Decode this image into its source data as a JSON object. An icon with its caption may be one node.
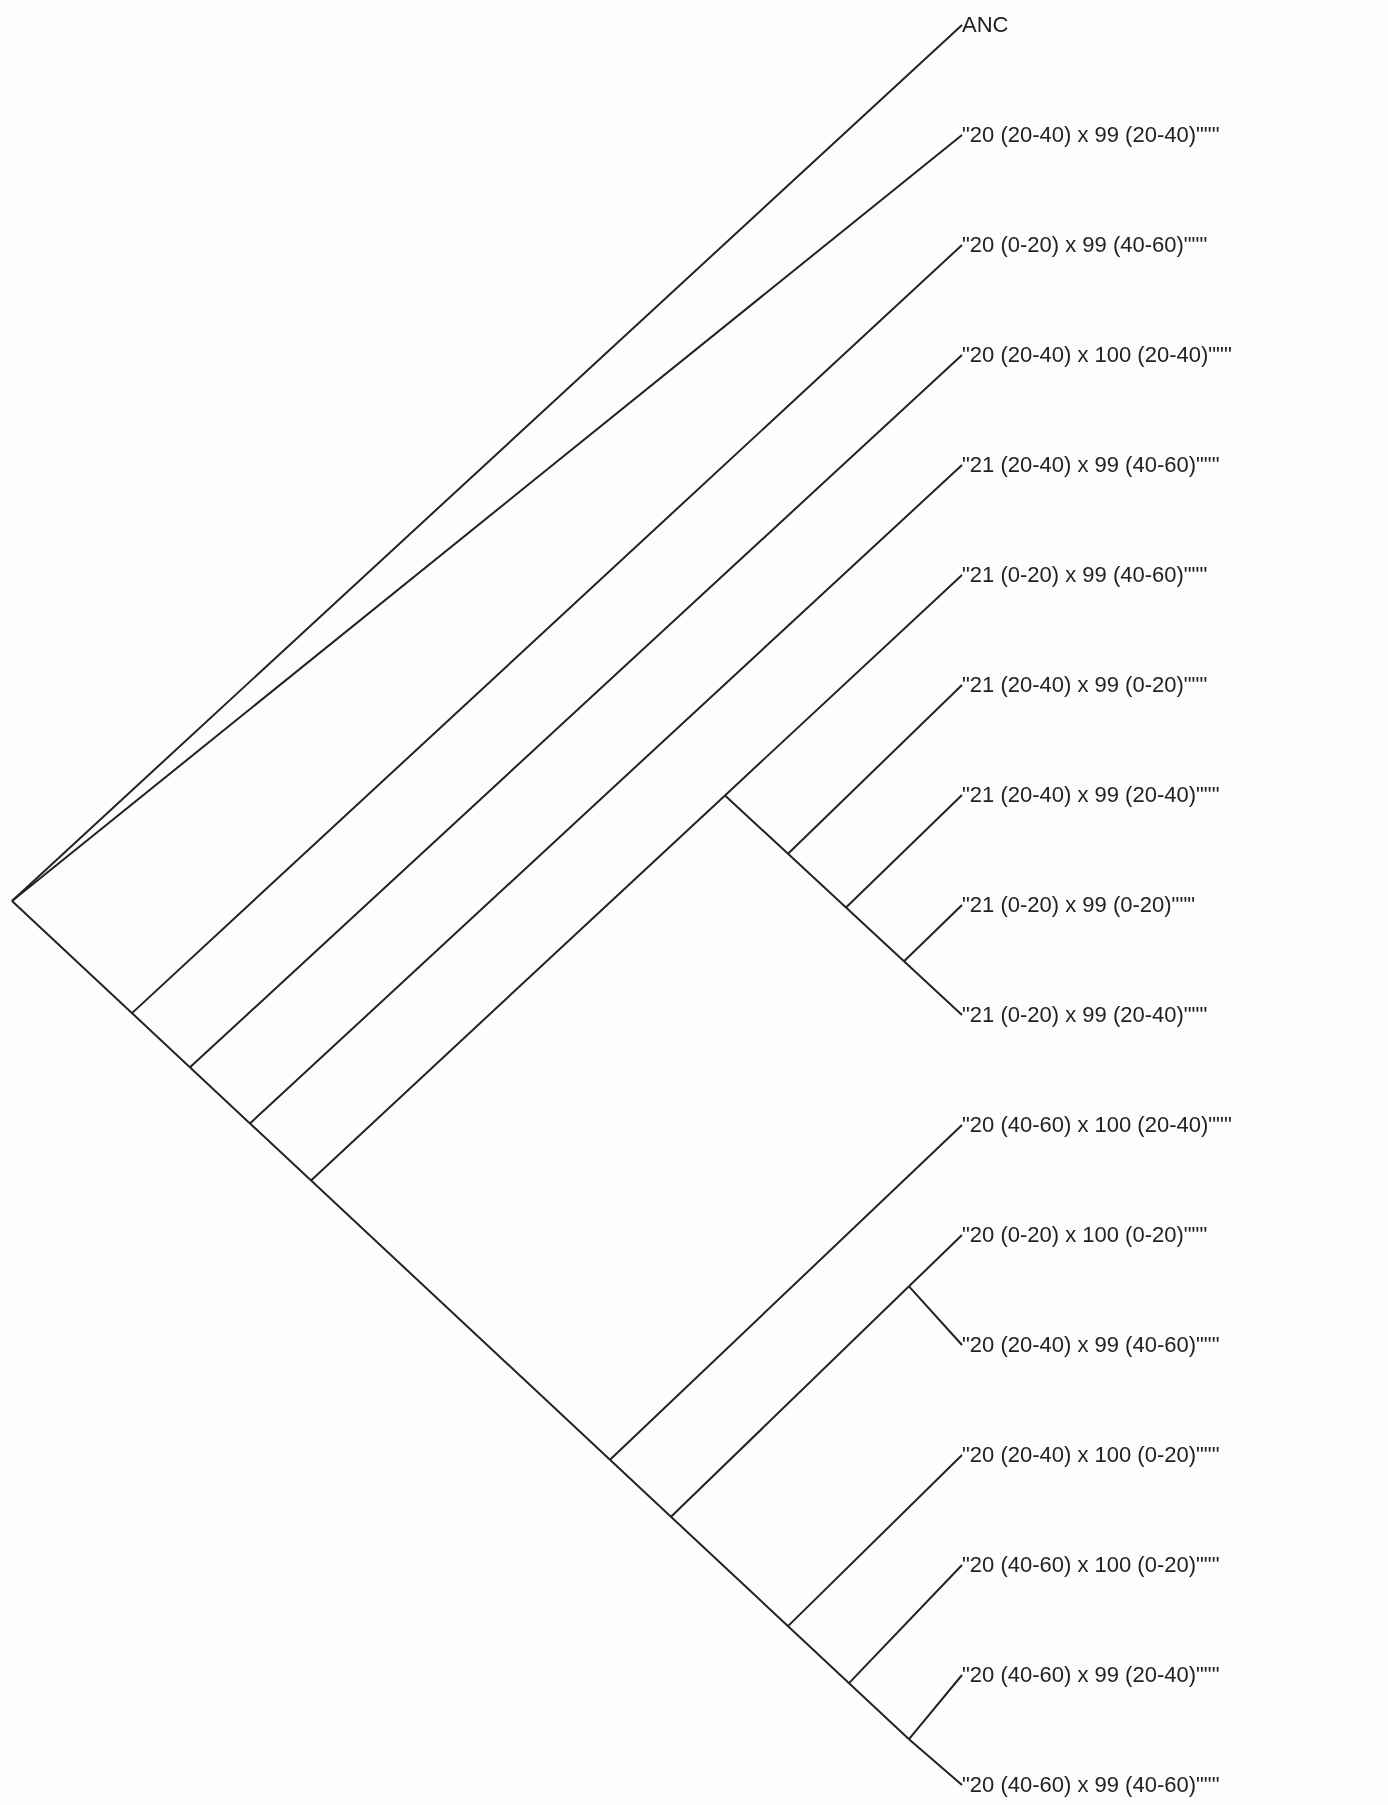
{
  "diagram": {
    "nodes": [
      {
        "text": [
          "ANC"
        ]
      },
      {
        "text": [
          "\"20 (20-40) x 99 (20-40)\"\"\""
        ]
      },
      {
        "text": [
          "\"20 (0-20) x 99 (40-60)\"\"\""
        ]
      },
      {
        "text": [
          "\"20 (20-40) x 100 (20-40)\"\"\""
        ]
      },
      {
        "text": [
          "\"21 (20-40) x 99 (40-60)\"\"\""
        ]
      },
      {
        "text": [
          "\"21 (0-20) x 99 (40-60)\"\"\""
        ]
      },
      {
        "text": [
          "\"21 (20-40) x 99 (0-20)\"\"\""
        ]
      },
      {
        "text": [
          "\"21 (20-40) x 99 (20-40)\"\"\""
        ]
      },
      {
        "text": [
          "\"21 (0-20) x 99 (0-20)\"\"\""
        ]
      },
      {
        "text": [
          "\"21 (0-20) x 99 (20-40)\"\"\""
        ]
      },
      {
        "text": [
          "\"20 (40-60) x 100 (20-40)\"\"\""
        ]
      },
      {
        "text": [
          "\"20 (0-20) x 100 (0-20)\"\"\""
        ]
      },
      {
        "text": [
          "\"20 (20-40) x 99 (40-60)\"\"\""
        ]
      },
      {
        "text": [
          "\"20 (20-40) x 100 (0-20)\"\"\""
        ]
      },
      {
        "text": [
          "\"20 (40-60) x 100 (0-20)\"\"\""
        ]
      },
      {
        "text": [
          "\"20 (40-60) x 99 (20-40)\"\"\""
        ]
      },
      {
        "text": [
          "\"20 (40-60) x 99 (40-60)\"\"\""
        ]
      }
    ],
    "edges": [
      {
        "from": null,
        "to": 0,
        "arrow": "none"
      },
      {
        "from": null,
        "to": 1,
        "arrow": "none"
      },
      {
        "from": null,
        "to": 2,
        "arrow": "none"
      },
      {
        "from": null,
        "to": 3,
        "arrow": "none"
      },
      {
        "from": null,
        "to": 4,
        "arrow": "none"
      },
      {
        "from": null,
        "to": 5,
        "arrow": "none"
      },
      {
        "from": null,
        "to": 6,
        "arrow": "none"
      },
      {
        "from": null,
        "to": 7,
        "arrow": "none"
      },
      {
        "from": null,
        "to": 8,
        "arrow": "none"
      },
      {
        "from": null,
        "to": 9,
        "arrow": "none"
      },
      {
        "from": null,
        "to": 10,
        "arrow": "none"
      },
      {
        "from": null,
        "to": 11,
        "arrow": "none"
      },
      {
        "from": null,
        "to": 12,
        "arrow": "none"
      },
      {
        "from": null,
        "to": 13,
        "arrow": "none"
      },
      {
        "from": null,
        "to": 14,
        "arrow": "none"
      },
      {
        "from": null,
        "to": 15,
        "arrow": "none"
      },
      {
        "from": null,
        "to": 16,
        "arrow": "none"
      }
    ]
  }
}
